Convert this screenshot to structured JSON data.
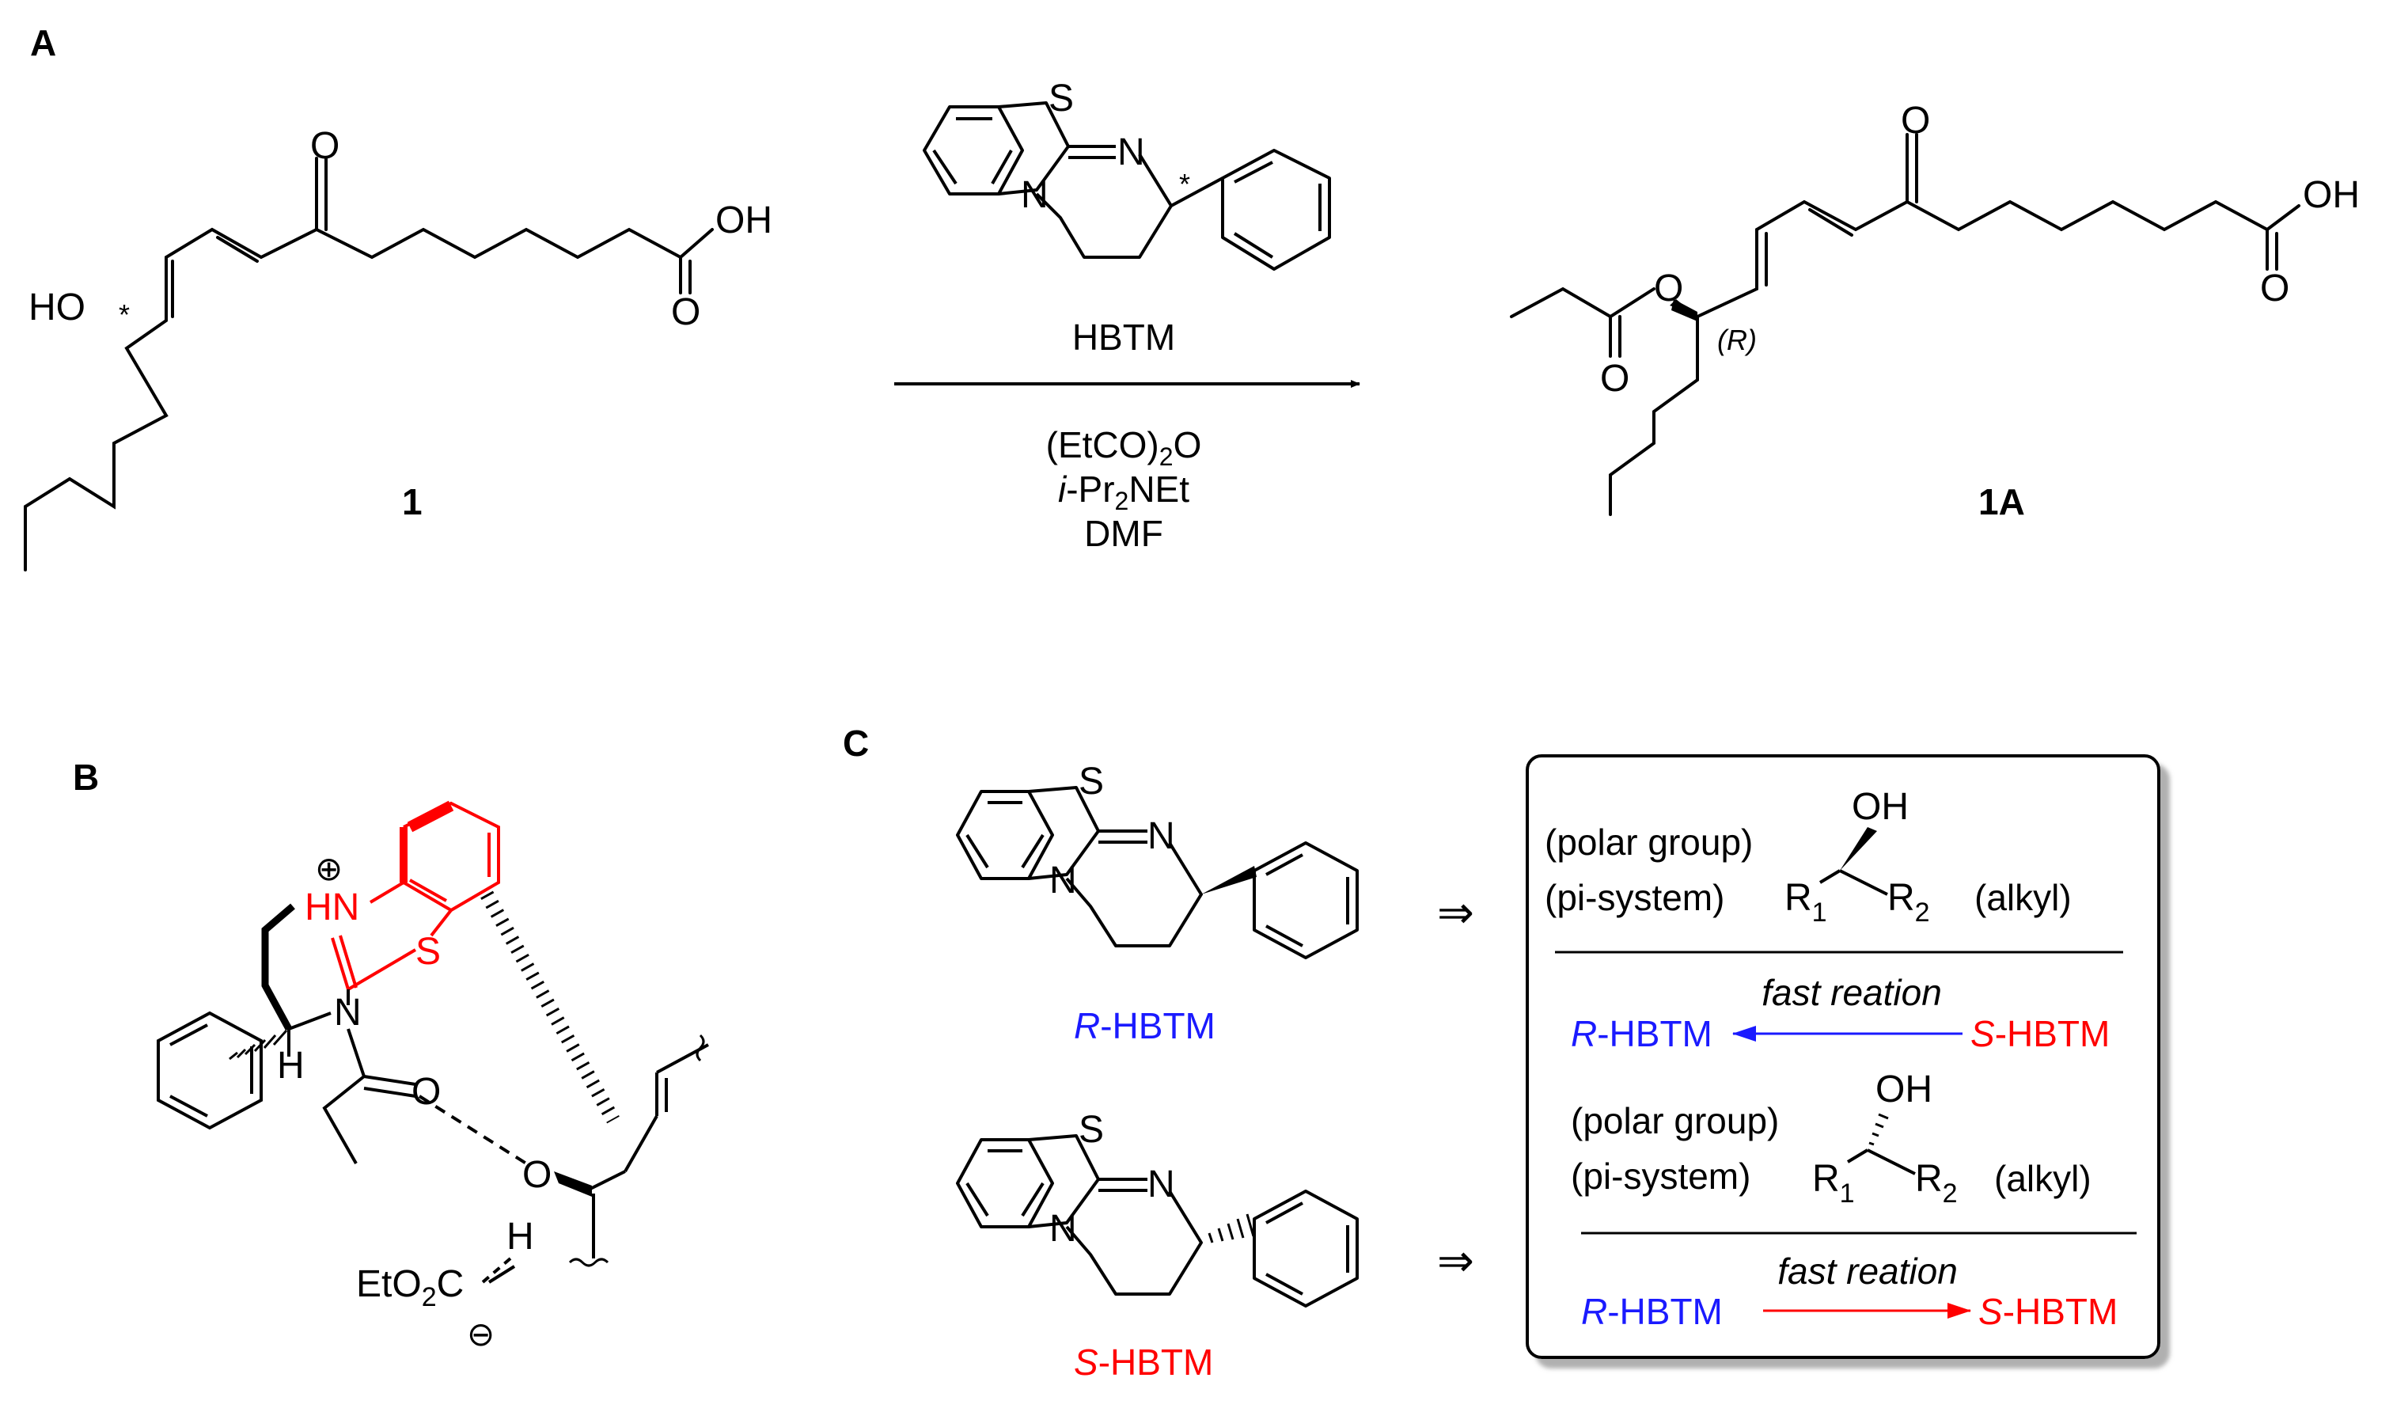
{
  "panels": {
    "a": "A",
    "b": "B",
    "c": "C"
  },
  "panel_a": {
    "compound1": {
      "label": "1",
      "ho": "HO",
      "star": "*",
      "oxo": "O",
      "acid_oh": "OH",
      "acid_o": "O"
    },
    "reagent": {
      "s": "S",
      "n_imine": "N",
      "n_ring": "N",
      "star": "*",
      "name": "HBTM",
      "cond1_a": "(EtCO)",
      "cond1_sub": "2",
      "cond1_b": "O",
      "cond2_a": "i",
      "cond2_b": "-Pr",
      "cond2_sub": "2",
      "cond2_c": "NEt",
      "cond3": "DMF"
    },
    "product": {
      "label": "1A",
      "ester_o": "O",
      "carbonyl_o": "O",
      "config": "(R)",
      "oxo": "O",
      "acid_oh": "OH",
      "acid_o": "O"
    }
  },
  "panel_b": {
    "plus": "⊕",
    "hn": "HN",
    "s": "S",
    "n": "N",
    "h_stereo": "H",
    "carbonyl_o": "O",
    "alcohol_o": "O",
    "alcohol_h": "H",
    "eto2c_a": "EtO",
    "eto2c_sub": "2",
    "eto2c_b": "C",
    "minus": "⊖"
  },
  "panel_c": {
    "r_hbtm": {
      "s": "S",
      "n1": "N",
      "n2": "N",
      "label_italic": "R",
      "label_rest": "-HBTM"
    },
    "s_hbtm": {
      "s": "S",
      "n1": "N",
      "n2": "N",
      "label_italic": "S",
      "label_rest": "-HBTM"
    },
    "arrow": "⇒",
    "box": {
      "row1": {
        "polar": "(polar group)",
        "pi": "(pi-system)",
        "oh": "OH",
        "r1": "R",
        "r1_sub": "1",
        "r2": "R",
        "r2_sub": "2",
        "alkyl": "(alkyl)",
        "rate": "fast reation",
        "left_italic": "R",
        "left_rest": "-HBTM",
        "right_italic": "S",
        "right_rest": "-HBTM"
      },
      "row2": {
        "polar": "(polar group)",
        "pi": "(pi-system)",
        "oh": "OH",
        "r1": "R",
        "r1_sub": "1",
        "r2": "R",
        "r2_sub": "2",
        "alkyl": "(alkyl)",
        "rate": "fast reation",
        "left_italic": "R",
        "left_rest": "-HBTM",
        "right_italic": "S",
        "right_rest": "-HBTM"
      }
    }
  },
  "colors": {
    "ink": "#000000",
    "red": "#ff0000",
    "blue": "#1a1aff"
  }
}
